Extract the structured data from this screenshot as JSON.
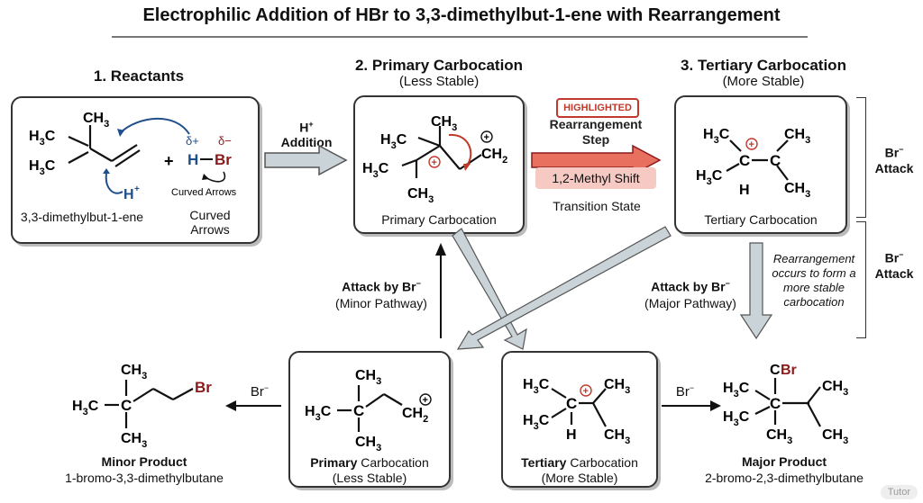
{
  "title": "Electrophilic Addition of HBr to 3,3-dimethylbut-1-ene with Rearrangement",
  "sections": {
    "reactants": "1. Reactants",
    "primary": "2. Primary Carbocation",
    "primary_sub": "(Less Stable)",
    "tertiary": "3. Tertiary Carbocation",
    "tertiary_sub": "(More Stable)"
  },
  "reactant_box": {
    "alkene_name": "3,3-dimethylbut-1-ene",
    "curved_arrows_small": "Curved Arrows",
    "curved_arrows_caption": "Curved Arrows",
    "h": "H",
    "br": "Br",
    "delta_plus": "δ+",
    "delta_minus": "δ−",
    "h_plus": "H",
    "plus": "+"
  },
  "steps": {
    "h_addition": "Addition",
    "h_addition_hplus": "H",
    "highlighted_badge": "HIGHLIGHTED",
    "rearrangement_step": "Rearrangement Step",
    "methyl_shift": "1,2-Methyl Shift",
    "transition_state": "Transition State",
    "br_attack": "Attack",
    "br_attack_2": "Attack",
    "br_label": "Br",
    "attack_minor": "Attack by",
    "attack_minor_path": "(Minor Pathway)",
    "attack_major": "Attack by",
    "attack_major_path": "(Major Pathway)",
    "rearrangement_note": "Rearrangement occurs to form a more stable carbocation",
    "br_minus_left": "Br",
    "br_minus_right": "Br"
  },
  "boxes": {
    "primary_caption": "Primary Carbocation",
    "tertiary_caption": "Tertiary Carbocation",
    "bottom_primary_bold": "Primary",
    "bottom_primary_rest": "Carbocation",
    "bottom_primary_sub": "(Less Stable)",
    "bottom_tertiary_bold": "Tertiary",
    "bottom_tertiary_rest": "Carbocation",
    "bottom_tertiary_sub": "(More Stable)"
  },
  "products": {
    "minor_title": "Minor Product",
    "minor_name": "1-bromo-3,3-dimethylbutane",
    "major_title": "Major Product",
    "major_name": "2-bromo-2,3-dimethylbutane"
  },
  "colors": {
    "accent_red": "#c0392b",
    "dark_red": "#8b1a1a",
    "blue": "#1f4e8c",
    "arrow_gray": "#c9d3d8"
  },
  "watermark": "Tutor"
}
